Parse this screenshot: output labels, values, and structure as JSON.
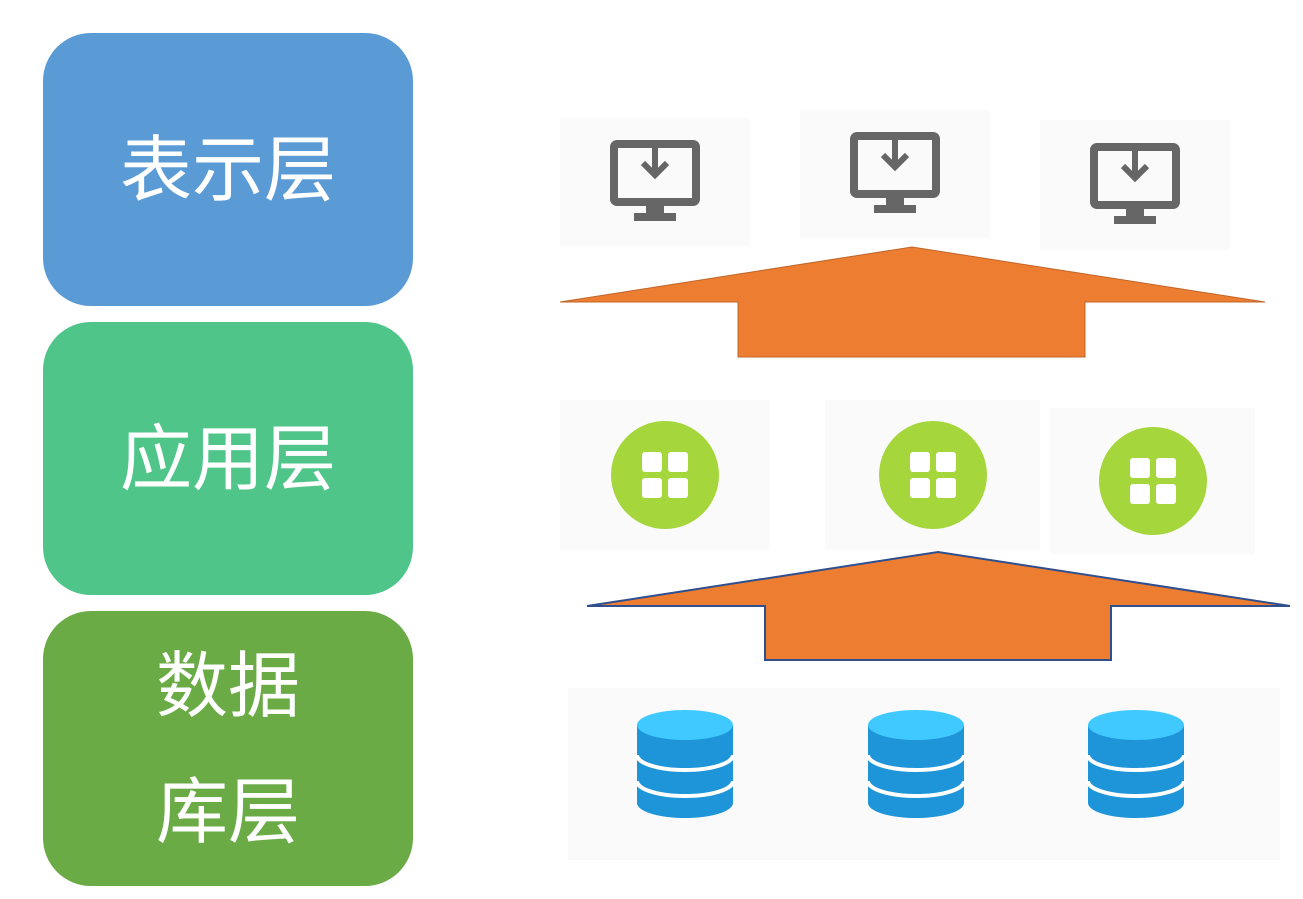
{
  "layers": [
    {
      "label": "表示层",
      "color": "#5b9bd5"
    },
    {
      "label": "应用层",
      "color": "#4fc58a"
    },
    {
      "label": "数据\n库层",
      "color": "#6aab46"
    }
  ],
  "icons": {
    "top_row": [
      "monitor-download-icon",
      "monitor-download-icon",
      "monitor-download-icon"
    ],
    "middle_row": [
      "app-grid-icon",
      "app-grid-icon",
      "app-grid-icon"
    ],
    "bottom_row": [
      "database-icon",
      "database-icon",
      "database-icon"
    ]
  },
  "arrow_color": "#ed7d31",
  "monitor_color": "#666666",
  "app_circle_color": "#a5d63c",
  "database_color": "#2ea3e0"
}
